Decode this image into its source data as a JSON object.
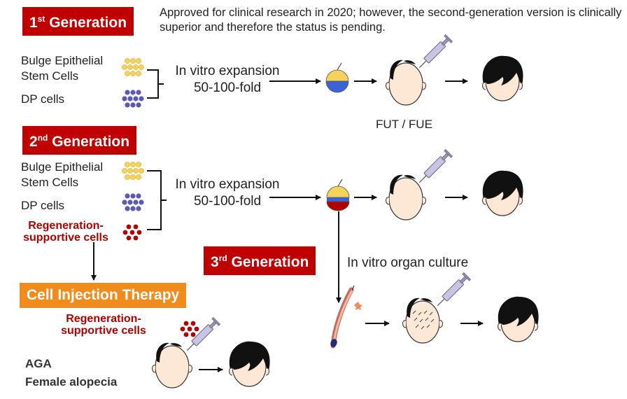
{
  "gen1": {
    "badge_main": "Generation",
    "badge_sup": "st",
    "badge_num": "1",
    "note": "Approved for clinical research in 2020; however, the second-generation version is clinically superior and therefore the status is pending.",
    "cell_a": "Bulge Epithelial Stem Cells",
    "cell_b": "DP cells",
    "expansion_1": "In vitro expansion",
    "expansion_2": "50-100-fold",
    "method": "FUT / FUE"
  },
  "gen2": {
    "badge_num": "2",
    "badge_sup": "nd",
    "badge_main": "Generation",
    "cell_a": "Bulge Epithelial Stem Cells",
    "cell_b": "DP cells",
    "cell_c_1": "Regeneration-",
    "cell_c_2": "supportive cells",
    "expansion_1": "In vitro expansion",
    "expansion_2": "50-100-fold"
  },
  "gen3": {
    "badge_num": "3",
    "badge_sup": "rd",
    "badge_main": "Generation",
    "culture": "In vitro organ culture"
  },
  "cit": {
    "badge": "Cell Injection Therapy",
    "cells_1": "Regeneration-",
    "cells_2": "supportive cells",
    "indication_1": "AGA",
    "indication_2": "Female alopecia"
  },
  "colors": {
    "badge_red": "#c00000",
    "badge_orange": "#f08c1e",
    "epithelial_dot": "#f5d25a",
    "dp_dot": "#5a5ab4",
    "regen_dot": "#b00000"
  }
}
